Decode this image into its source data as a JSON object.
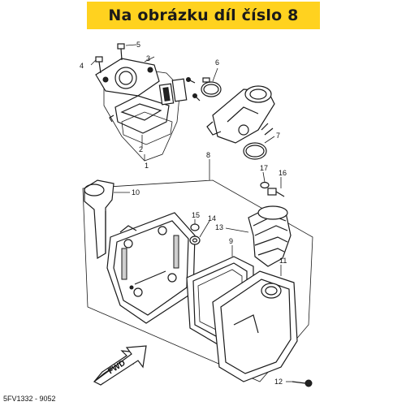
{
  "banner": {
    "text": "Na obrázku díl číslo 8",
    "color": "#ffd21f"
  },
  "diagram": {
    "part_labels": [
      "1",
      "2",
      "3",
      "4",
      "5",
      "6",
      "7",
      "8",
      "9",
      "10",
      "11",
      "12",
      "13",
      "14",
      "15",
      "16",
      "17"
    ],
    "direction_label": "FWD",
    "drawing_code": "5FV1332 - 9052"
  }
}
